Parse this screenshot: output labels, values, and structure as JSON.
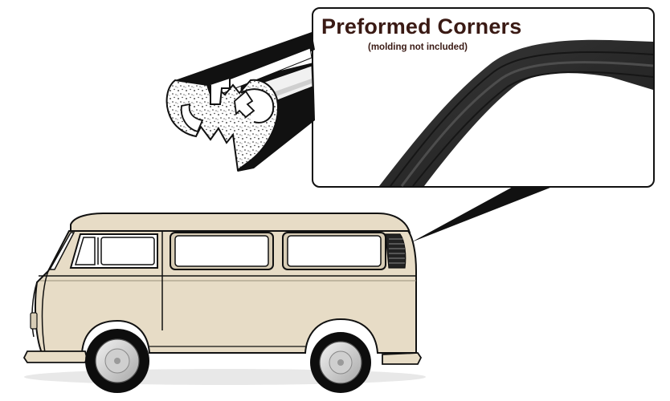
{
  "callout": {
    "title": "Preformed Corners",
    "subtitle": "(molding not included)"
  },
  "colors": {
    "body_paint": "#e7dcc6",
    "body_outline": "#1a1a1a",
    "glass": "#ffffff",
    "tire": "#0d0d0d",
    "hubcap": "#d6d6d6",
    "rubber_dark": "#2b2b2b",
    "rubber_light": "#5a5a5a",
    "text": "#3a1a14"
  },
  "icons": [
    "seal-cross-section-illustration",
    "preformed-rubber-corner-photo",
    "vw-bus-illustration"
  ]
}
